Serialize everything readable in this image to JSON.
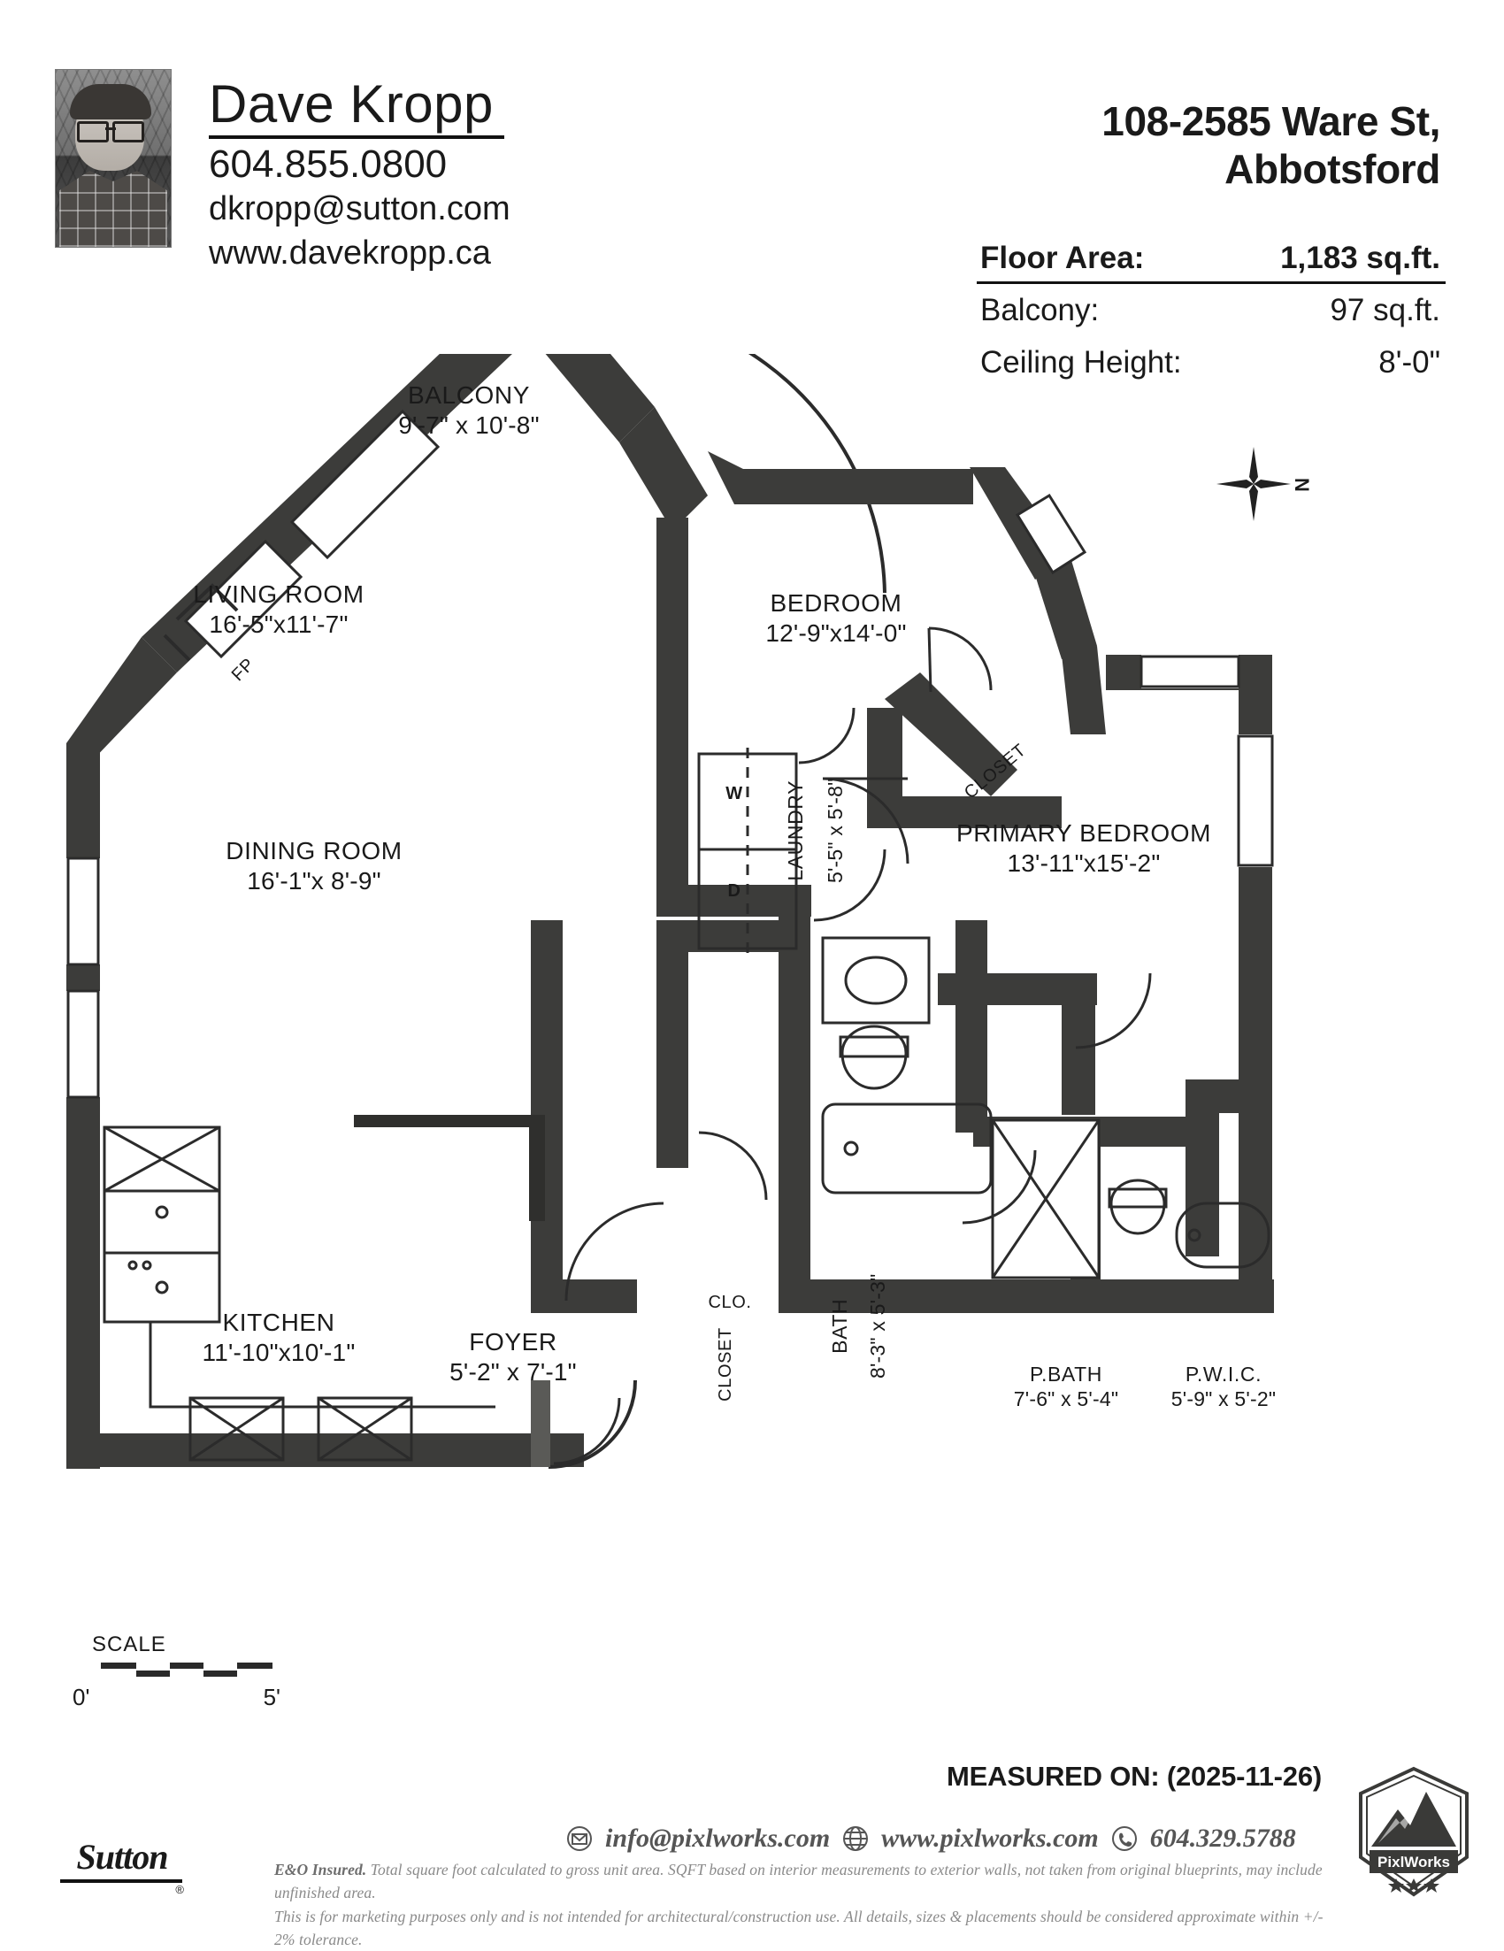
{
  "agent": {
    "name": "Dave Kropp",
    "phone": "604.855.0800",
    "email": "dkropp@sutton.com",
    "website": "www.davekropp.ca",
    "photo_alt": "agent-portrait"
  },
  "property": {
    "address_line1": "108-2585 Ware St,",
    "address_line2": "Abbotsford",
    "specs": [
      {
        "label": "Floor Area:",
        "value": "1,183 sq.ft.",
        "primary": true
      },
      {
        "label": "Balcony:",
        "value": "97 sq.ft.",
        "primary": false
      },
      {
        "label": "Ceiling Height:",
        "value": "8'-0\"",
        "primary": false
      }
    ]
  },
  "compass": {
    "north_label": "N"
  },
  "floorplan": {
    "rooms": [
      {
        "name": "BALCONY",
        "dims": "9'-7\" x 10'-8\""
      },
      {
        "name": "LIVING ROOM",
        "dims": "16'-5\"x11'-7\""
      },
      {
        "name": "DINING ROOM",
        "dims": "16'-1\"x  8'-9\""
      },
      {
        "name": "BEDROOM",
        "dims": "12'-9\"x14'-0\""
      },
      {
        "name": "PRIMARY BEDROOM",
        "dims": "13'-11\"x15'-2\""
      },
      {
        "name": "KITCHEN",
        "dims": "11'-10\"x10'-1\""
      },
      {
        "name": "FOYER",
        "dims": "5'-2\" x 7'-1\""
      },
      {
        "name": "LAUNDRY",
        "dims": "5'-5\" x  5'-8\""
      },
      {
        "name": "BATH",
        "dims": "8'-3\" x 5'-3\""
      },
      {
        "name": "P.BATH",
        "dims": "7'-6\" x  5'-4\""
      },
      {
        "name": "P.W.I.C.",
        "dims": "5'-9\" x 5'-2\""
      }
    ],
    "annotations": {
      "fireplace": "FP",
      "closet_bedroom": "CLOSET",
      "closet_foyer": "CLOSET",
      "closet_hall": "CLO.",
      "washer": "W",
      "dryer": "D"
    }
  },
  "scale": {
    "title": "SCALE",
    "start": "0'",
    "end": "5'"
  },
  "footer": {
    "brokerage": "Sutton",
    "brokerage_mark": "®",
    "measured_on": "MEASURED ON: (2025-11-26)",
    "email": "info@pixlworks.com",
    "website": "www.pixlworks.com",
    "phone": "604.329.5788",
    "logo_text": "PixlWorks",
    "disclaimer_lead": "E&O Insured.",
    "disclaimer_line1": "Total square foot calculated to gross unit area. SQFT based on interior measurements to exterior walls, not taken from original blueprints, may include unfinished area.",
    "disclaimer_line2": "This is for marketing purposes only and is not intended for architectural/construction use.  All details, sizes & placements should be considered approximate within +/- 2%  tolerance."
  },
  "colors": {
    "wall": "#3c3c3a",
    "ink": "#1a1a1a",
    "muted": "#8a8a8a",
    "paper": "#ffffff"
  }
}
